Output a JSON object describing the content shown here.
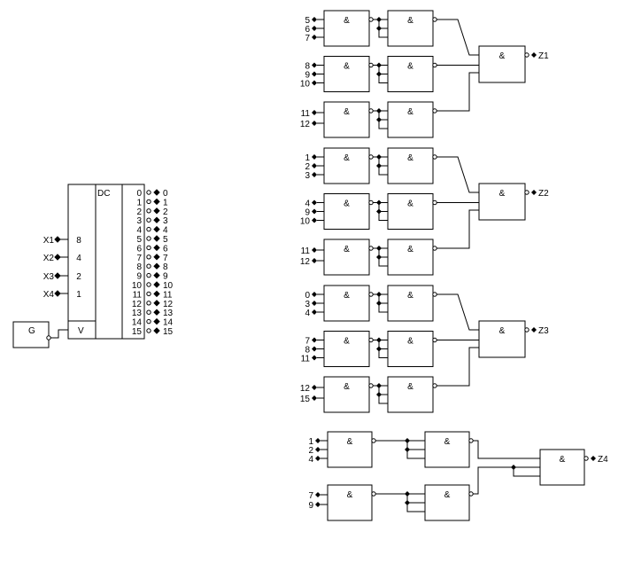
{
  "decoder": {
    "label": "DC",
    "inputs": [
      {
        "name": "X1",
        "weight": "8"
      },
      {
        "name": "X2",
        "weight": "4"
      },
      {
        "name": "X3",
        "weight": "2"
      },
      {
        "name": "X4",
        "weight": "1"
      }
    ],
    "enable_label": "V",
    "outputs": [
      "0",
      "1",
      "2",
      "3",
      "4",
      "5",
      "6",
      "7",
      "8",
      "9",
      "10",
      "11",
      "12",
      "13",
      "14",
      "15"
    ]
  },
  "generator": {
    "label": "G"
  },
  "and_symbol": "&",
  "groups": [
    {
      "output": "Z1",
      "gates": [
        {
          "inputs": [
            "5",
            "6",
            "7"
          ]
        },
        {
          "inputs": [
            "8",
            "9",
            "10"
          ]
        },
        {
          "inputs": [
            "11",
            "12"
          ]
        }
      ]
    },
    {
      "output": "Z2",
      "gates": [
        {
          "inputs": [
            "1",
            "2",
            "3"
          ]
        },
        {
          "inputs": [
            "4",
            "9",
            "10"
          ]
        },
        {
          "inputs": [
            "11",
            "12"
          ]
        }
      ]
    },
    {
      "output": "Z3",
      "gates": [
        {
          "inputs": [
            "0",
            "3",
            "4"
          ]
        },
        {
          "inputs": [
            "7",
            "8",
            "11"
          ]
        },
        {
          "inputs": [
            "12",
            "15"
          ]
        }
      ]
    },
    {
      "output": "Z4",
      "gates": [
        {
          "inputs": [
            "1",
            "2",
            "4"
          ]
        },
        {
          "inputs": [
            "7",
            "9"
          ]
        }
      ]
    }
  ]
}
